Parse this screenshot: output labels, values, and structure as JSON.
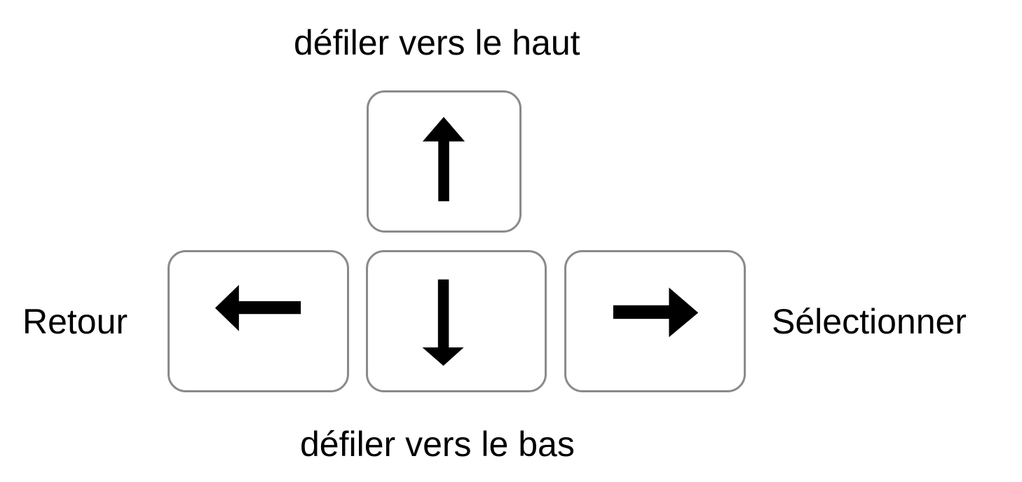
{
  "labels": {
    "up": "défiler vers le haut",
    "down": "défiler vers le bas",
    "left": "Retour",
    "right": "Sélectionner"
  },
  "keys": [
    {
      "id": "up",
      "icon": "arrow-up-icon"
    },
    {
      "id": "left",
      "icon": "arrow-left-icon"
    },
    {
      "id": "down",
      "icon": "arrow-down-icon"
    },
    {
      "id": "right",
      "icon": "arrow-right-icon"
    }
  ],
  "colors": {
    "key_border": "#8a8a8a",
    "arrow": "#000000",
    "text": "#000000"
  }
}
